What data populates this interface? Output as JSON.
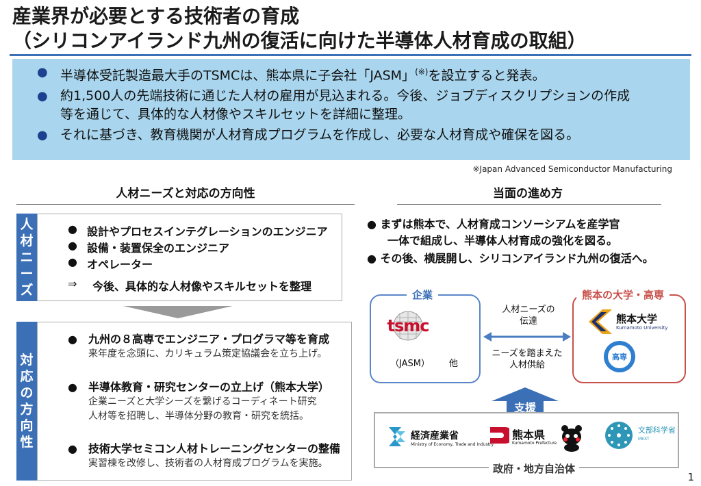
{
  "title": {
    "line1": "産業界が必要とする技術者の育成",
    "line2": "（シリコンアイランド九州の復活に向けた半導体人材育成の取組）"
  },
  "summary": {
    "b1_pre": "半導体受託製造最大手のTSMCは、熊本県に子会社「JASM」",
    "b1_note": "(※)",
    "b1_post": "を設立すると発表。",
    "b2_l1": "約1,500人の先端技術に通じた人材の雇用が見込まれる。今後、ジョブディスクリプションの作成",
    "b2_l2": "等を通じて、具体的な人材像やスキルセットを詳細に整理。",
    "b3": "それに基づき、教育機関が人材育成プログラムを作成し、必要な人材育成や確保を図る。"
  },
  "footnote": "※Japan Advanced Semiconductor Manufacturing",
  "left": {
    "heading": "人材ニーズと対応の方向性",
    "needs_tab": [
      "人",
      "材",
      "ニ",
      "ー",
      "ズ"
    ],
    "needs": [
      "設計やプロセスインテグレーションのエンジニア",
      "設備・装置保全のエンジニア",
      "オペレーター"
    ],
    "needs_arrow": "⇒",
    "needs_conclusion": "今後、具体的な人材像やスキルセットを整理",
    "dir_tab": [
      "対",
      "応",
      "の",
      "方",
      "向",
      "性"
    ],
    "directions": [
      {
        "head": "九州の８高専でエンジニア・プログラマ等を育成",
        "sub": [
          "来年度を念頭に、カリキュラム策定協議会を立ち上げ。"
        ]
      },
      {
        "head": "半導体教育・研究センターの立上げ（熊本大学）",
        "sub": [
          "企業ニーズと大学シーズを繋げるコーディネート研究",
          "人材等を招聘し、半導体分野の教育・研究を統括。"
        ]
      },
      {
        "head": "技術大学セミコン人材トレーニングセンターの整備",
        "sub": [
          "実習棟を改修し、技術者の人材育成プログラムを実施。"
        ]
      }
    ]
  },
  "right": {
    "heading": "当面の進め方",
    "steps": [
      "●  まずは熊本で、人材育成コンソーシアムを産学官",
      "一体で組成し、半導体人材育成の強化を図る。",
      "●  その後、横展開し、シリコンアイランド九州の復活へ。"
    ],
    "company_label": "企業",
    "tsmc_logo": "tsmc",
    "company_sub": "（JASM）",
    "company_other": "他",
    "flow_top": [
      "人材ニーズの",
      "伝達"
    ],
    "flow_bottom": [
      "ニーズを踏まえた",
      "人材供給"
    ],
    "univ_label": "熊本の大学・高専",
    "kumadai_name": "熊本大学",
    "kumadai_en": "Kumamoto University",
    "kosen_mark": "高専",
    "support": "支援",
    "gov_label": "政府・地方自治体",
    "meti_name": "経済産業省",
    "meti_en": "Ministry of Economy, Trade and Industry",
    "kumamoto_name": "熊本県",
    "kumamoto_en": "Kumamoto Prefecture",
    "mext_name": "文部科学省",
    "mext_en": "MEXT"
  },
  "page_number": "1",
  "colors": {
    "accent": "#3b6fb6",
    "summary_bg": "#a9d6ee",
    "company": "#5a86c9",
    "univ": "#c8504a",
    "tsmc": "#c8102e"
  }
}
